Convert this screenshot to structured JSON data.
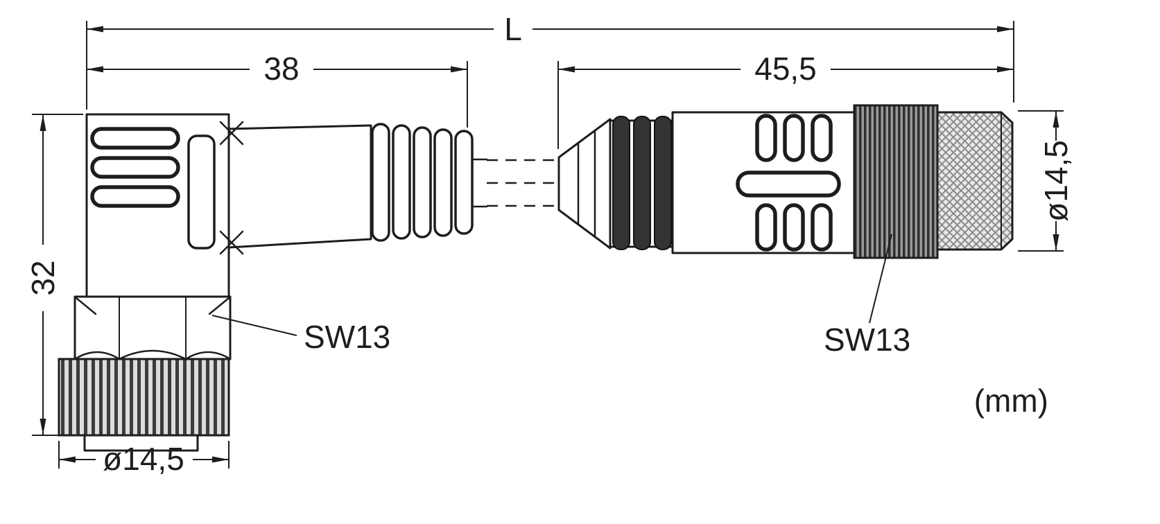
{
  "labels": {
    "overall_length": "L",
    "left_length": "38",
    "right_length": "45,5",
    "height": "32",
    "diameter_left": "ø14,5",
    "diameter_right": "ø14,5",
    "wrench_left": "SW13",
    "wrench_right": "SW13",
    "units": "(mm)"
  },
  "values_mm": {
    "left_connector_length": 38,
    "right_connector_length": 45.5,
    "left_connector_height": 32,
    "thread_diameter": 14.5,
    "wrench_size": 13
  },
  "colors": {
    "line": "#1d1d1b",
    "background": "#ffffff",
    "seal_ring": "#333333"
  }
}
